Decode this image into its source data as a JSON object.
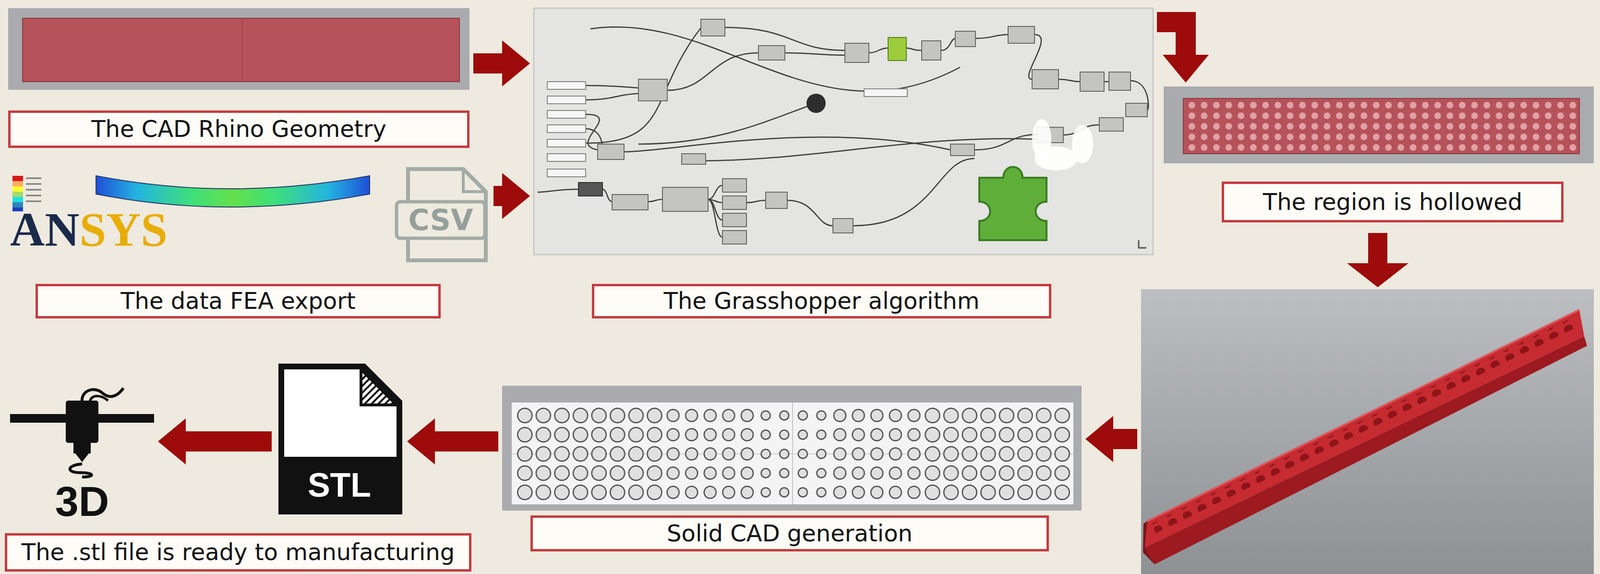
{
  "diagram": {
    "nodes": [
      {
        "text": [
          "The CAD Rhino Geometry"
        ]
      },
      {
        "text": [
          "The data FEA export"
        ]
      },
      {
        "text": [
          "The Grasshopper algorithm"
        ]
      },
      {
        "text": [
          "The region is hollowed"
        ]
      },
      {
        "text": [
          "Solid CAD generation"
        ]
      },
      {
        "text": [
          "STL"
        ]
      },
      {
        "text": [
          "3D"
        ]
      },
      {
        "text": [
          "The .stl file is ready to manufacturing"
        ]
      }
    ],
    "edges": [
      {
        "from": 0,
        "to": 2,
        "arrow": "to"
      },
      {
        "from": 1,
        "to": 2,
        "arrow": "to"
      },
      {
        "from": 2,
        "to": 3,
        "arrow": "to"
      },
      {
        "from": 3,
        "to": 4,
        "arrow": "to"
      },
      {
        "from": 4,
        "to": 5,
        "arrow": "to"
      },
      {
        "from": 5,
        "to": 6,
        "arrow": "to"
      }
    ],
    "labels": [
      "ANSYS",
      "CSV"
    ]
  }
}
